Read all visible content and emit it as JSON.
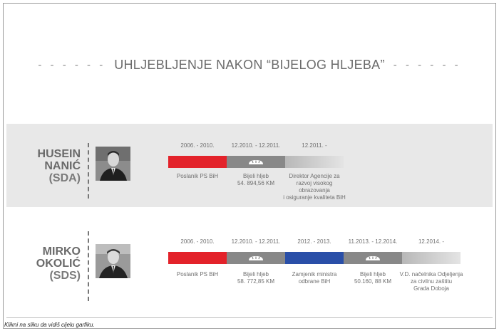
{
  "title": "UHLJEBLJENJE NAKON “BIJELOG HLJEBA”",
  "title_dashes": "- - - - - -",
  "colors": {
    "red": "#e3222a",
    "gray": "#888888",
    "blue": "#2a4fa8",
    "band": "#e8e8e8"
  },
  "icons": {
    "bread": "bread-icon"
  },
  "people": [
    {
      "first": "HUSEIN",
      "last": "NANIĆ",
      "party": "(SDA)",
      "timeline": [
        {
          "period": "2006. - 2010.",
          "color": "red",
          "desc": [
            "Poslanik PS BiH"
          ]
        },
        {
          "period": "12.2010. - 12.2011.",
          "color": "gray",
          "icon": "bread-icon",
          "desc": [
            "Bijeli hljeb",
            "54. 894,56 KM"
          ]
        },
        {
          "period": "12.2011. -",
          "color": "fade",
          "desc": [
            "Direktor Agencije za",
            "razvoj visokog obrazovanja",
            "i osiguranje kvaliteta BiH"
          ]
        }
      ]
    },
    {
      "first": "MIRKO",
      "last": "OKOLIĆ",
      "party": "(SDS)",
      "timeline": [
        {
          "period": "2006. - 2010.",
          "color": "red",
          "desc": [
            "Poslanik PS BiH"
          ]
        },
        {
          "period": "12.2010. - 12.2011.",
          "color": "gray",
          "icon": "bread-icon",
          "desc": [
            "Bijeli hljeb",
            "58. 772,85 KM"
          ]
        },
        {
          "period": "2012. - 2013.",
          "color": "blue",
          "desc": [
            "Zamjenik ministra",
            "odbrane BiH"
          ]
        },
        {
          "period": "11.2013. - 12.2014.",
          "color": "gray",
          "icon": "bread-icon",
          "desc": [
            "Bijeli hljeb",
            "50.160, 88 KM"
          ]
        },
        {
          "period": "12.2014. -",
          "color": "fade",
          "desc": [
            "V.D. načelnika Odjeljenja",
            "za civilnu zaštitu",
            "Grada Doboja"
          ]
        }
      ]
    }
  ],
  "caption": "Klikni na sliku da vidiš cijelu garfiku."
}
